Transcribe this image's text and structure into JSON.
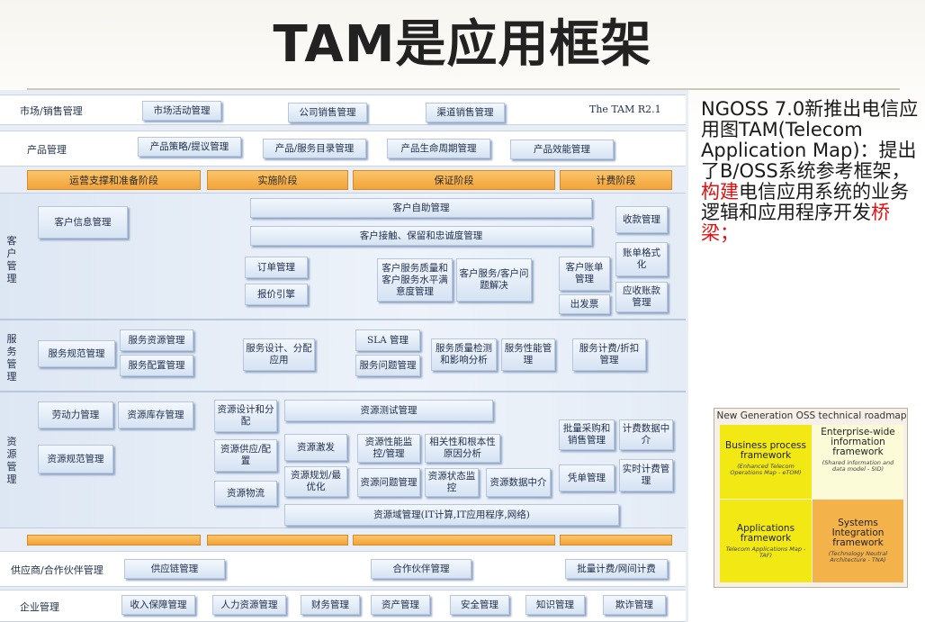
{
  "title": "TAM是应用框架",
  "diagram": {
    "rows": {
      "market": {
        "label": "市场/销售管理",
        "boxes": [
          "市场活动管理",
          "公司销售管理",
          "渠道销售管理"
        ],
        "tam_label": "The TAM R2.1"
      },
      "product": {
        "label": "产品管理",
        "boxes": [
          "产品策略/提议管理",
          "产品/服务目录管理",
          "产品生命周期管理",
          "产品效能管理"
        ]
      },
      "phases": [
        "运营支撑和准备阶段",
        "实施阶段",
        "保证阶段",
        "计费阶段"
      ],
      "customer": {
        "label": "客户管理",
        "boxes": [
          "客户信息管理",
          "客户自助管理",
          "客户接触、保留和忠诚度管理",
          "订单管理",
          "报价引擎",
          "客户服务质量和客户服务水平满意度管理",
          "客户服务/客户问题解决",
          "客户账单管理",
          "出发票",
          "收款管理",
          "账单格式化",
          "应收账款管理"
        ]
      },
      "service": {
        "label": "服务管理",
        "boxes": [
          "服务规范管理",
          "服务资源管理",
          "服务配置管理",
          "服务设计、分配应用",
          "SLA 管理",
          "服务问题管理",
          "服务质量检测和影响分析",
          "服务性能管理",
          "服务计费/折扣管理"
        ]
      },
      "resource": {
        "label": "资源管理",
        "boxes": [
          "劳动力管理",
          "资源库存管理",
          "资源规范管理",
          "资源设计和分配",
          "资源测试管理",
          "资源供应/配置",
          "资源激发",
          "资源性能监控/管理",
          "相关性和根本性原因分析",
          "资源规划/最优化",
          "资源问题管理",
          "资源状态监控",
          "资源数据中介",
          "资源物流",
          "资源域管理(IT计算,IT应用程序,网络)",
          "批量采购和销售管理",
          "计费数据中介",
          "凭单管理",
          "实时计费管理"
        ]
      },
      "supplier": {
        "label": "供应商/合作伙伴管理",
        "boxes": [
          "供应链管理",
          "合作伙伴管理",
          "批量计费/网间计费"
        ]
      },
      "enterprise": {
        "label": "企业管理",
        "boxes": [
          "收入保障管理",
          "人力资源管理",
          "财务管理",
          "资产管理",
          "安全管理",
          "知识管理",
          "欺诈管理"
        ]
      }
    }
  },
  "side_text": {
    "part1": "NGOSS 7.0新推出电信应用图TAM(Telecom Application Map)：提出了B/OSS系统参考框架，",
    "hl1": "构建",
    "part2": "电信应用系统的业务逻辑和应用程序开发",
    "hl2": "桥梁",
    "part3": "；"
  },
  "roadmap": {
    "title": "New Generation OSS technical roadmap",
    "quadrants": [
      {
        "heading": "Business process framework",
        "sub": "(Enhanced Telecom Operations Map - eTOM)",
        "color": "#f1e814"
      },
      {
        "heading": "Enterprise-wide information framework",
        "sub": "(Shared information and data model - SID)",
        "color": "#fbfbd8"
      },
      {
        "heading": "Applications framework",
        "sub": "Telecom Applications Map - TAF)",
        "color": "#f1e814"
      },
      {
        "heading": "Systems Integration framework",
        "sub": "(Technology Neutral Architecture - TNA)",
        "color": "#f4b24a"
      }
    ]
  },
  "colors": {
    "phase_orange": "#f5ad45",
    "box_blue": "#d6e3f3",
    "highlight_red": "#e01010"
  }
}
